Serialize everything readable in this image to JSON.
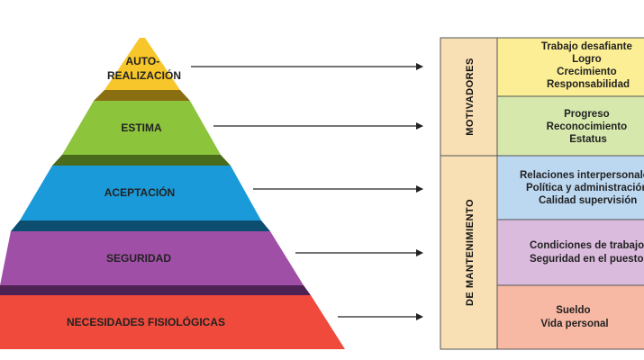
{
  "pyramid": {
    "levels": [
      {
        "label_lines": [
          "AUTO-",
          "REALIZACIÓN"
        ],
        "color": "#f7c62b"
      },
      {
        "label_lines": [
          "ESTIMA"
        ],
        "color": "#8cc43c"
      },
      {
        "label_lines": [
          "ACEPTACIÓN"
        ],
        "color": "#1a9ad9"
      },
      {
        "label_lines": [
          "SEGURIDAD"
        ],
        "color": "#a04fa6"
      },
      {
        "label_lines": [
          "NECESIDADES FISIOLÓGICAS"
        ],
        "color": "#ef4a3b"
      }
    ]
  },
  "table": {
    "categories": [
      {
        "label": "MOTIVADORES",
        "color": "#f8dfb4"
      },
      {
        "label": "DE MANTENIMIENTO",
        "color": "#f8dfb4"
      }
    ],
    "boxes": [
      {
        "lines": [
          "Trabajo desafiante",
          "Logro",
          "Crecimiento",
          "Responsabilidad"
        ],
        "color": "#fbee94"
      },
      {
        "lines": [
          "Progreso",
          "Reconocimiento",
          "Estatus"
        ],
        "color": "#d6e8ac"
      },
      {
        "lines": [
          "Relaciones interpersonales",
          "Política y administración",
          "Calidad supervisión"
        ],
        "color": "#bcd8f1"
      },
      {
        "lines": [
          "Condiciones de trabajo",
          "Seguridad en el puesto"
        ],
        "color": "#dbbbdd"
      },
      {
        "lines": [
          "Sueldo",
          "Vida personal"
        ],
        "color": "#f7b8a4"
      }
    ]
  }
}
